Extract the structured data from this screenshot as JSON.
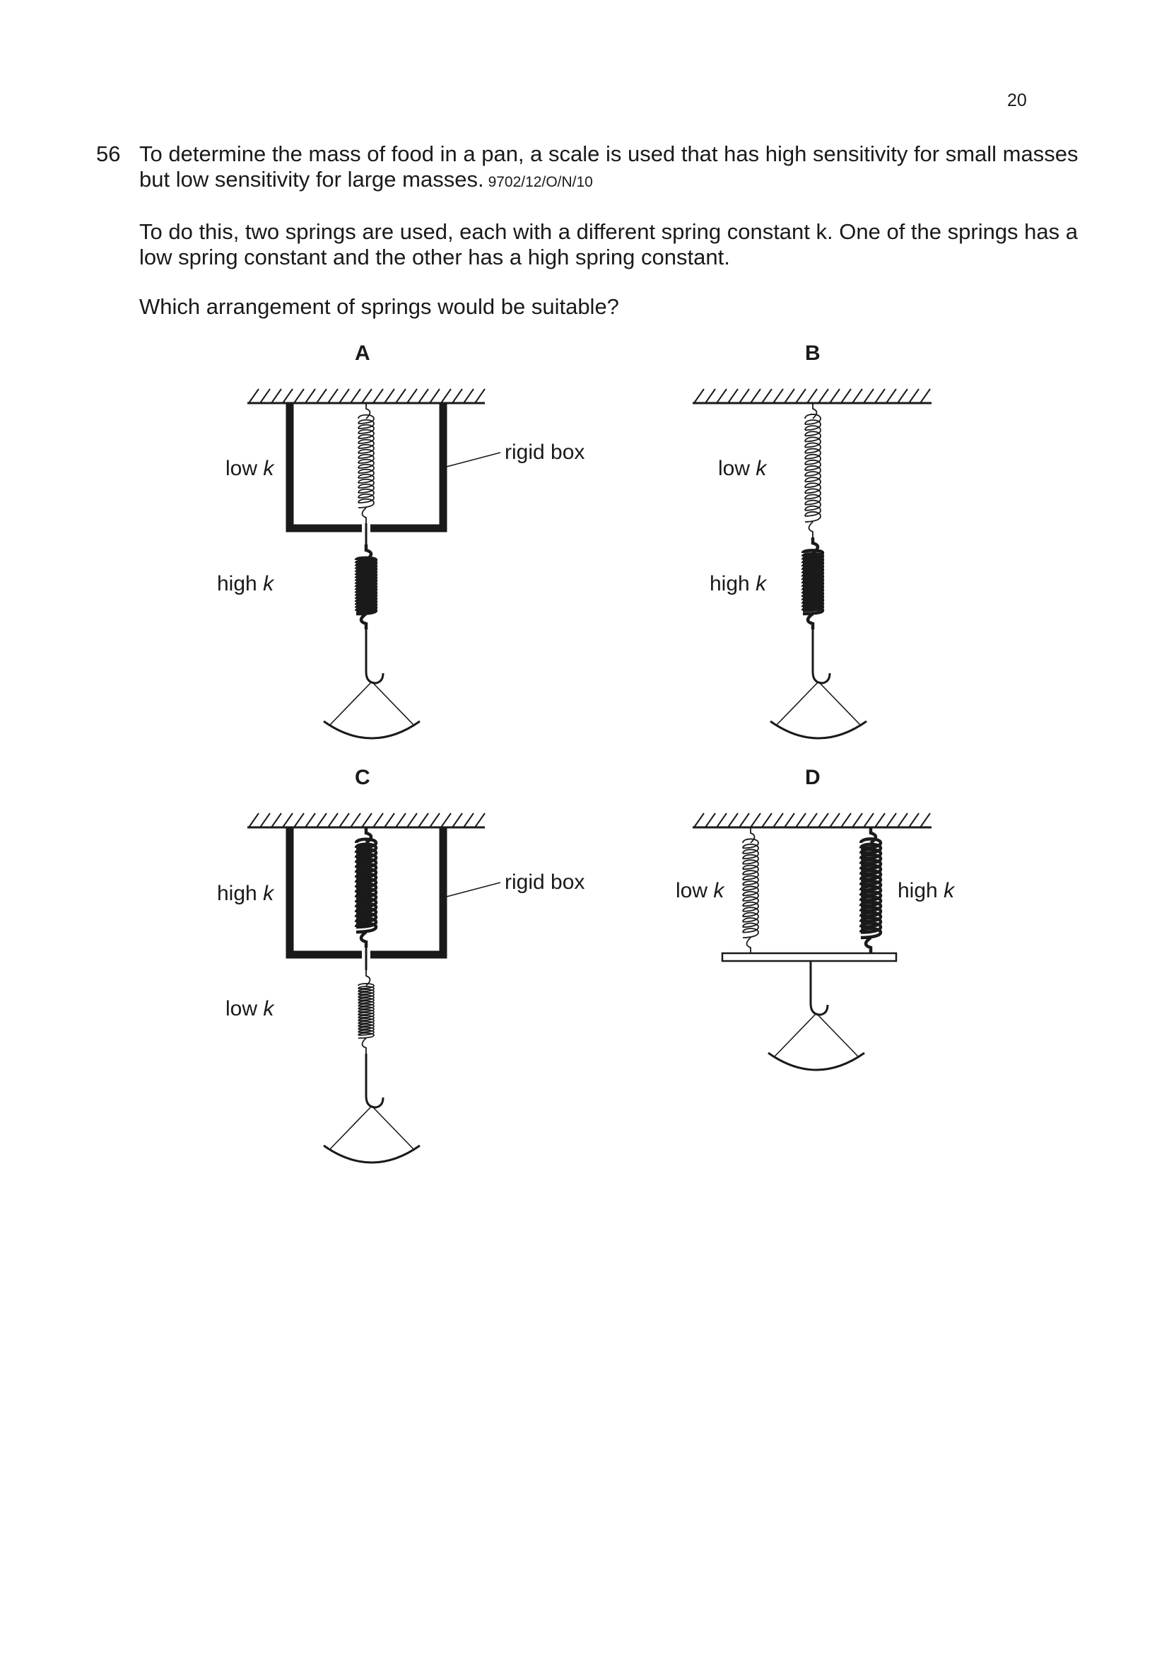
{
  "page_number": "20",
  "question": {
    "number": "56",
    "line1": "To determine the mass of food in a pan, a scale is used that has high sensitivity for small masses",
    "line2": "but low sensitivity for large masses.",
    "reference": "9702/12/O/N/10",
    "para2": "To do this, two springs are used, each with a different spring constant k. One of the springs has a low spring constant and the other has a high spring constant.",
    "prompt": "Which arrangement of springs would be suitable?"
  },
  "options": {
    "A": {
      "letter": "A",
      "upper": "low",
      "lower": "high",
      "box": "rigid box"
    },
    "B": {
      "letter": "B",
      "upper": "low",
      "lower": "high"
    },
    "C": {
      "letter": "C",
      "upper": "high",
      "lower": "low",
      "box": "rigid box"
    },
    "D": {
      "letter": "D",
      "left": "low",
      "right": "high"
    }
  },
  "k_symbol": "k"
}
